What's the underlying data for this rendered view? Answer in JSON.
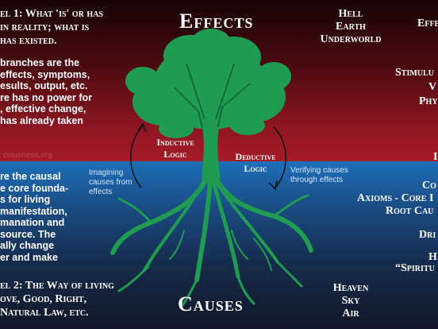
{
  "headings": {
    "top": "Effects",
    "bottom": "Causes"
  },
  "left_top": {
    "level_label": "el 1: What 'is' or has",
    "level_line2": "in reality; what is",
    "level_line3": "has existed.",
    "body": [
      "branches are the",
      "effects, symptoms,",
      "esults, output, etc.",
      "re has no power for",
      ", effective change,",
      "has already taken"
    ]
  },
  "watermark": "ciousness.org",
  "left_bottom": {
    "body": [
      "re the causal",
      "e core founda-",
      "s for living",
      "manifestation,",
      "manation and",
      "source. The",
      "ally change",
      "er and make"
    ],
    "level_label": "el 2: The Way of living",
    "level_line2": "ove, Good, Right,",
    "level_line3": "Natural Law, etc."
  },
  "center_top_list": [
    "Hell",
    "Earth",
    "Underworld"
  ],
  "center_bottom_list": [
    "Heaven",
    "Sky",
    "Air"
  ],
  "right_top": [
    "Effe",
    "Stimulu",
    "V",
    "Phy",
    "I"
  ],
  "right_bottom": [
    "Co",
    "Axioms - Core I",
    "Root Cau",
    "Dri",
    "H",
    "“Spiritu"
  ],
  "logic": {
    "inductive": [
      "Inductive",
      "Logic"
    ],
    "deductive": [
      "Deductive",
      "Logic"
    ]
  },
  "annotations": {
    "imagining": [
      "Imagining",
      "causes from",
      "effects"
    ],
    "verifying": [
      "Verifying causes",
      "through effects"
    ]
  },
  "colors": {
    "tree": "#1f9c52",
    "upper_band": "#a61b28",
    "lower_band": "#1f6fba",
    "annotation_text": "#cfe6ff"
  }
}
